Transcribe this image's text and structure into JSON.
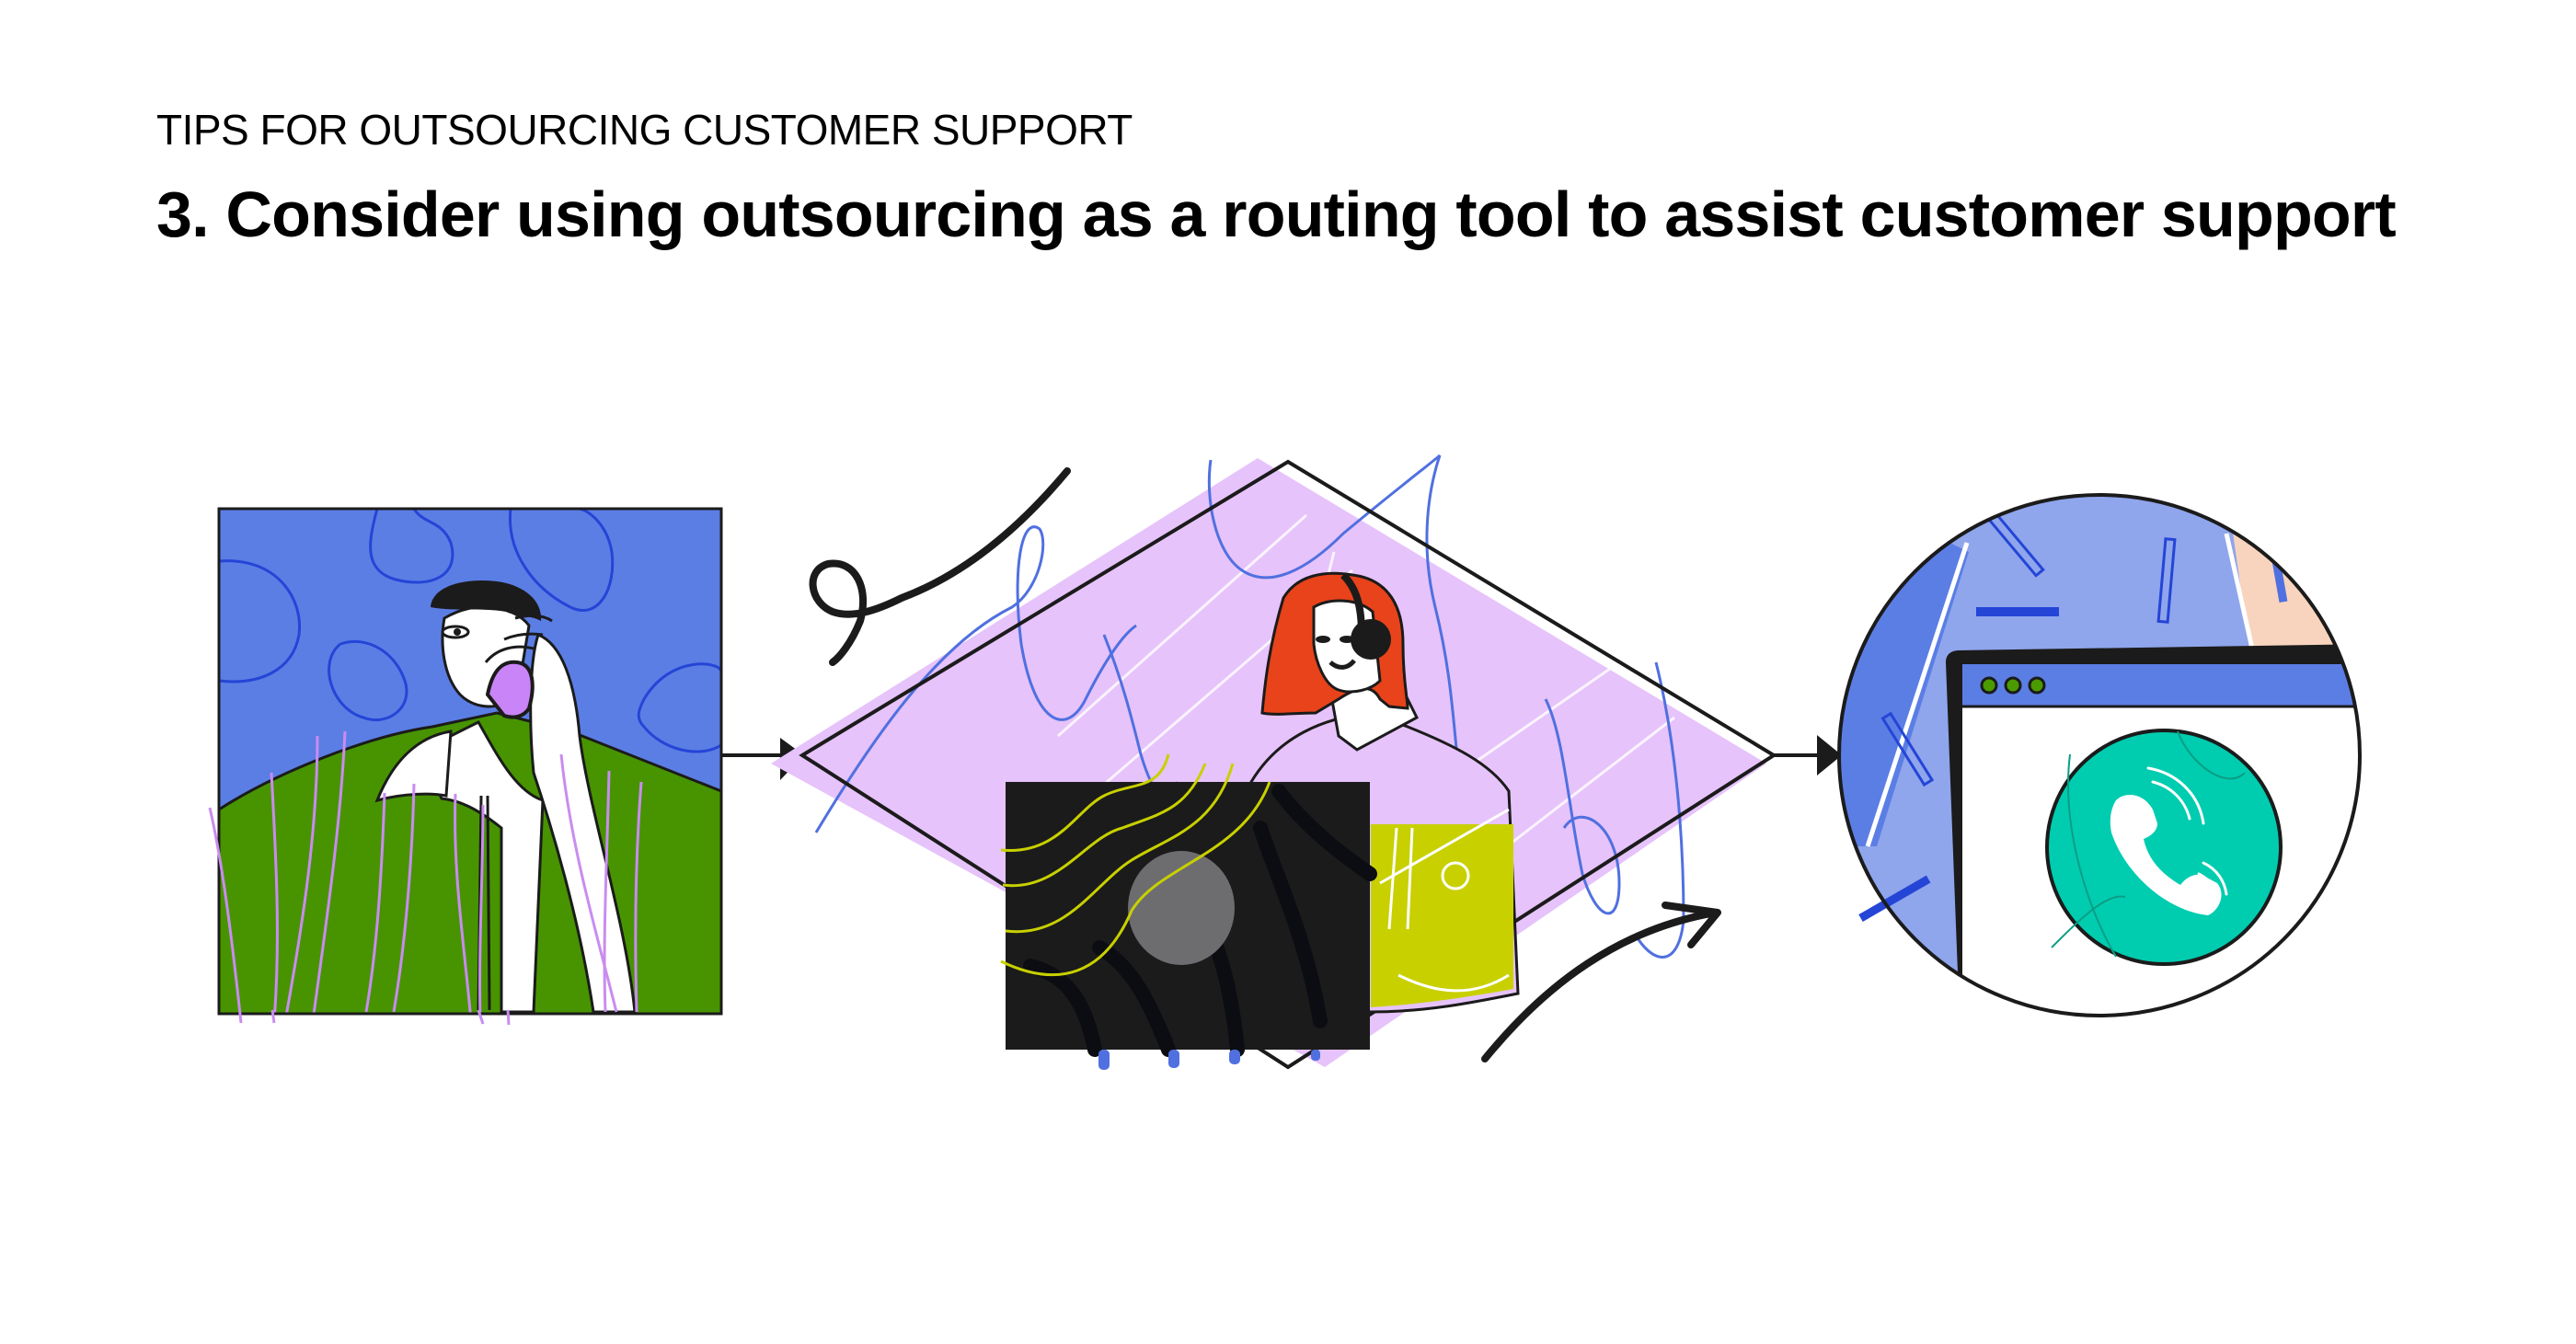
{
  "header": {
    "eyebrow": "TIPS FOR OUTSOURCING CUSTOMER SUPPORT",
    "title": "3. Consider using outsourcing as a routing tool to assist customer support"
  },
  "illustration": {
    "panels": [
      {
        "id": "customer",
        "description": "Man on the phone in front of blue patterned background and green grass"
      },
      {
        "id": "outsourced-agent",
        "description": "Red-haired agent wearing a headset inside a lavender diamond, with a black laptop"
      },
      {
        "id": "support-call",
        "description": "Circular zoom of a browser window showing a teal phone-call icon"
      }
    ],
    "connectors": [
      "arrow-customer-to-agent",
      "arrow-agent-to-support",
      "curved-arrow"
    ],
    "browser_dots": 3
  },
  "colors": {
    "sky_blue": "#5B7EE5",
    "blob_blue": "#2445D6",
    "grass_green": "#479400",
    "phone_purple": "#C984F7",
    "lavender": "#E6C3FA",
    "hair_red": "#E8431A",
    "ink": "#1B1B1B",
    "lime": "#C8D000",
    "teal": "#00CCB0",
    "periwinkle": "#8FA5EC",
    "peach": "#F8D4BE",
    "dot_green": "#4A9A00"
  }
}
